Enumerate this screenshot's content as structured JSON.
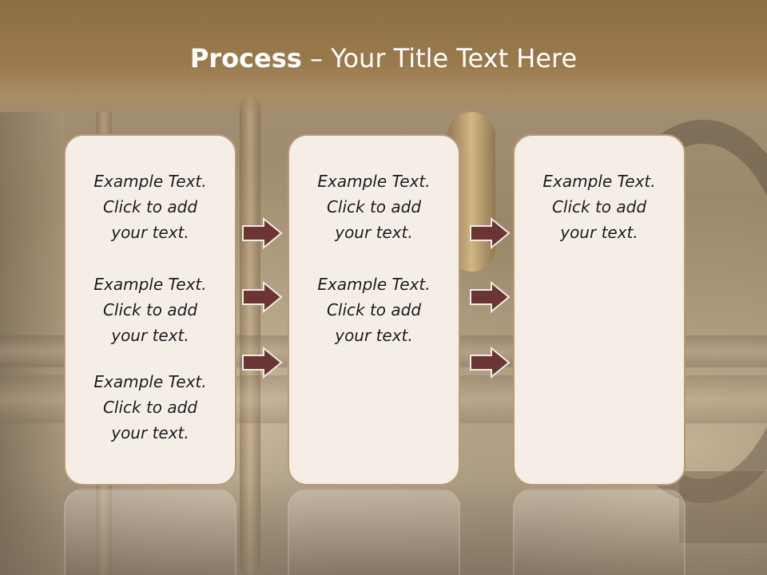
{
  "slide": {
    "title_bold": "Process",
    "title_rest": " – Your Title Text Here"
  },
  "columns": [
    {
      "items": [
        {
          "line1": "Example Text.",
          "line2": "Click  to add",
          "line3": "your text."
        },
        {
          "line1": "Example Text.",
          "line2": "Click  to add",
          "line3": "your text."
        },
        {
          "line1": "Example Text.",
          "line2": "Click  to add",
          "line3": "your text."
        }
      ]
    },
    {
      "items": [
        {
          "line1": "Example Text.",
          "line2": "Click  to add",
          "line3": "your text."
        },
        {
          "line1": "Example Text.",
          "line2": "Click  to add",
          "line3": "your text."
        }
      ]
    },
    {
      "items": [
        {
          "line1": "Example Text.",
          "line2": "Click  to add",
          "line3": "your text."
        }
      ]
    }
  ],
  "colors": {
    "arrow_fill": "#6b3535",
    "arrow_stroke": "#f2ece4",
    "box_fill": "#f5eee6",
    "box_border": "#b89a74",
    "title_bar": "#8c6f45"
  },
  "icons": {
    "arrow": "right-arrow-icon"
  }
}
